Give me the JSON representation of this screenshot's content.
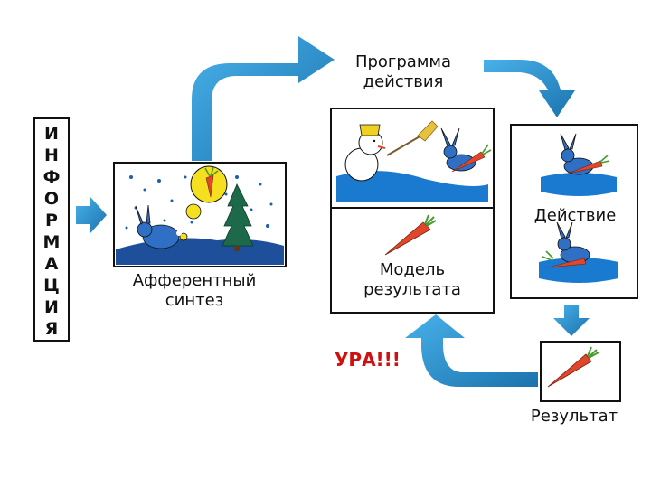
{
  "info_letters": [
    "И",
    "Н",
    "Ф",
    "О",
    "Р",
    "М",
    "А",
    "Ц",
    "И",
    "Я"
  ],
  "labels": {
    "program": "Программа\nдействия",
    "afferent": "Афферентный\nсинтез",
    "action": "Действие",
    "model": "Модель\nрезультата",
    "ura": "УРА!!!",
    "result": "Результат"
  },
  "colors": {
    "arrow": "#2e9ad6",
    "arrow_dark": "#1b73ad",
    "water": "#1a7ad0",
    "carrot": "#e0472a",
    "carrot_green": "#4a9a2e",
    "sun": "#f5e020",
    "ura": "#d01010"
  },
  "icons": [
    "rabbit-icon",
    "snowman-icon",
    "carrot-icon",
    "fir-tree-icon",
    "broom-icon"
  ]
}
